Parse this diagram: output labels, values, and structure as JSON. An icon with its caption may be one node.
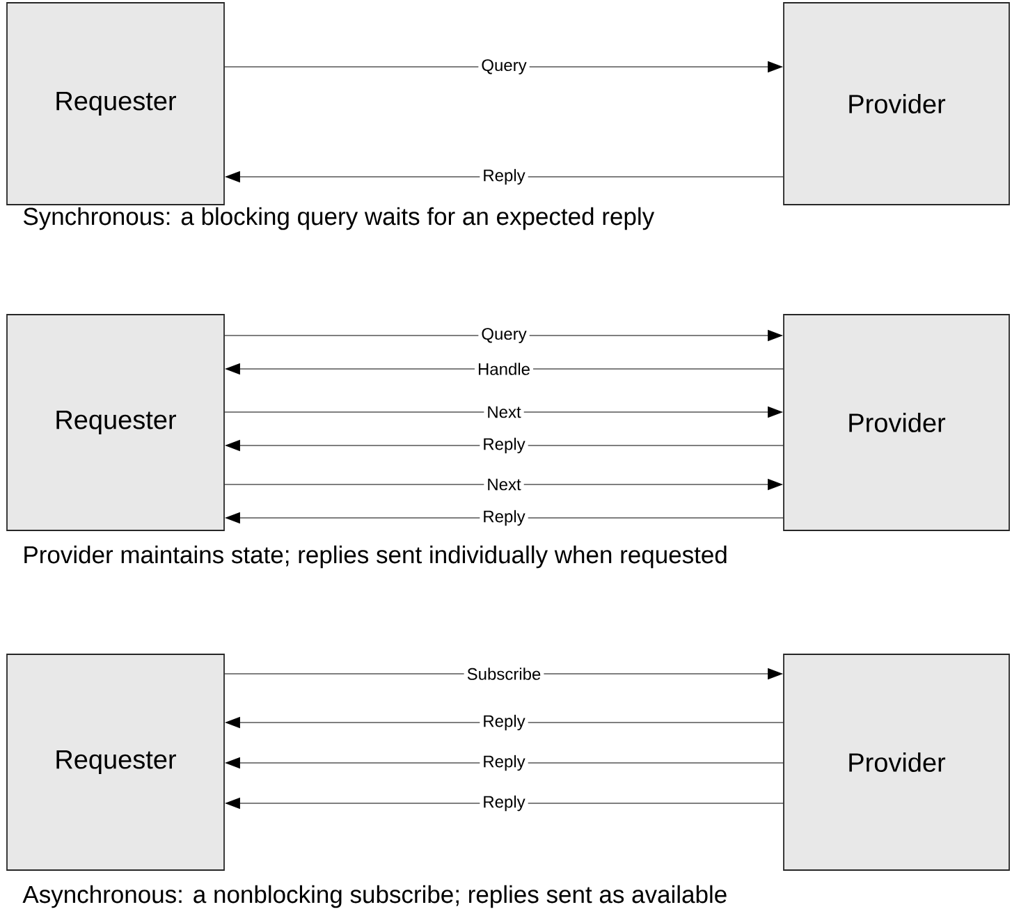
{
  "diagram": {
    "nodes": [
      {
        "text": [
          "Requester"
        ]
      },
      {
        "text": [
          "Provider"
        ]
      },
      {
        "text": [
          "Requester"
        ]
      },
      {
        "text": [
          "Provider"
        ]
      },
      {
        "text": [
          "Requester"
        ]
      },
      {
        "text": [
          "Provider"
        ]
      }
    ],
    "edges": [
      {
        "from": 0,
        "to": 1,
        "arrow": "to",
        "label": "Query"
      },
      {
        "from": 1,
        "to": 0,
        "arrow": "to",
        "label": "Reply"
      },
      {
        "from": 2,
        "to": 3,
        "arrow": "to",
        "label": "Query"
      },
      {
        "from": 3,
        "to": 2,
        "arrow": "to",
        "label": "Handle"
      },
      {
        "from": 2,
        "to": 3,
        "arrow": "to",
        "label": "Next"
      },
      {
        "from": 3,
        "to": 2,
        "arrow": "to",
        "label": "Reply"
      },
      {
        "from": 2,
        "to": 3,
        "arrow": "to",
        "label": "Next"
      },
      {
        "from": 3,
        "to": 2,
        "arrow": "to",
        "label": "Reply"
      },
      {
        "from": 4,
        "to": 5,
        "arrow": "to",
        "label": "Subscribe"
      },
      {
        "from": 5,
        "to": 4,
        "arrow": "to",
        "label": "Reply"
      },
      {
        "from": 5,
        "to": 4,
        "arrow": "to",
        "label": "Reply"
      },
      {
        "from": 5,
        "to": 4,
        "arrow": "to",
        "label": "Reply"
      }
    ],
    "labels": [
      "Synchronous: a blocking query waits for an expected reply",
      "Provider maintains state; replies sent individually when requested",
      "Asynchronous: a nonblocking subscribe; replies sent as available"
    ]
  }
}
